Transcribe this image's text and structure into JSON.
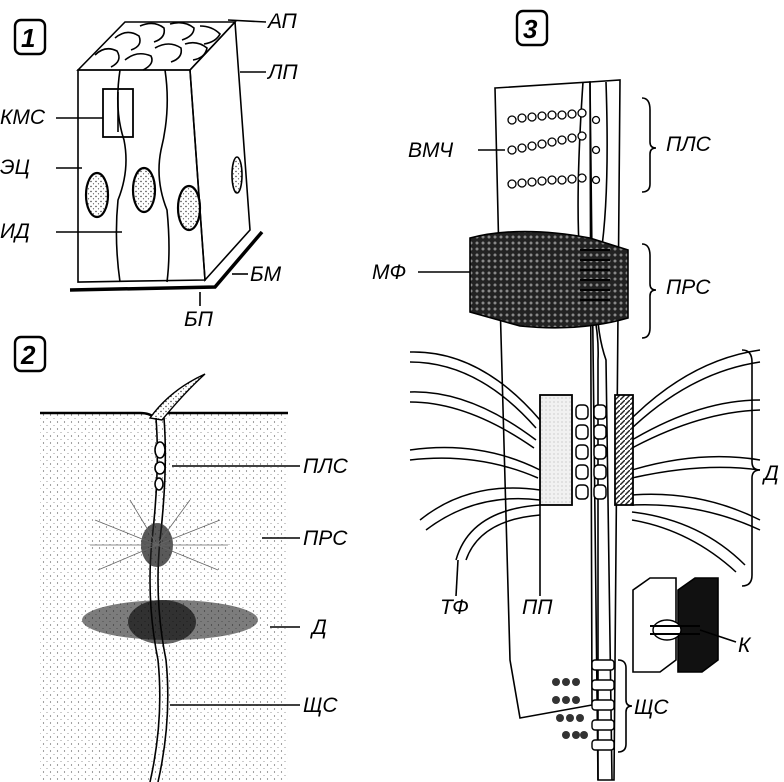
{
  "panels": [
    {
      "number": "1"
    },
    {
      "number": "2"
    },
    {
      "number": "3"
    }
  ],
  "panel1_labels": {
    "ap": "АП",
    "lp": "ЛП",
    "kms": "КМС",
    "ec": "ЭЦ",
    "id": "ИД",
    "bm": "БМ",
    "bp": "БП"
  },
  "panel2_labels": {
    "pls": "ПЛС",
    "prs": "ПРС",
    "d": "Д",
    "shs": "ЩС"
  },
  "panel3_labels": {
    "vmch": "ВМЧ",
    "pls": "ПЛС",
    "mf": "МФ",
    "prs": "ПРС",
    "d": "Д",
    "tf": "ТФ",
    "pp": "ПП",
    "k": "К",
    "shs": "ЩС"
  }
}
